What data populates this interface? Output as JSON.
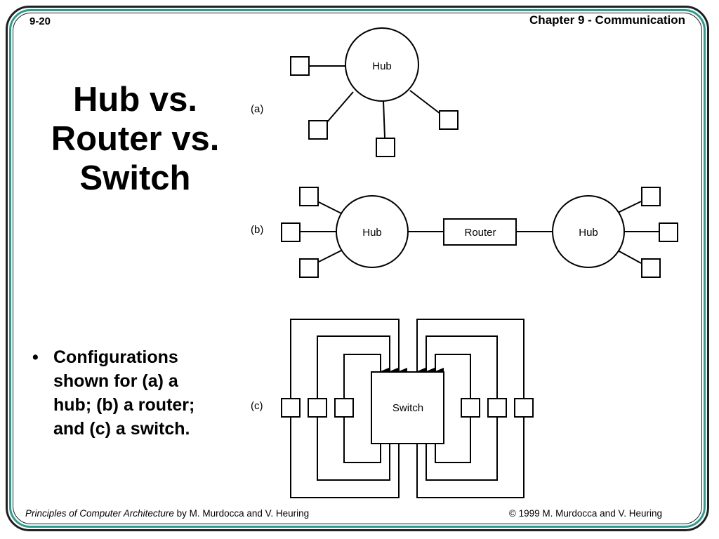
{
  "slide": {
    "number": "9-20",
    "chapter": "Chapter 9 - Communication",
    "title_lines": [
      "Hub vs.",
      "Router vs.",
      "Switch"
    ],
    "bullet": {
      "symbol": "•",
      "text_lines": [
        "Configurations",
        "shown for (a) a",
        "hub; (b) a router;",
        "and (c) a switch."
      ]
    },
    "footer": {
      "book_title": "Principles of Computer Architecture",
      "authors": " by M. Murdocca and V. Heuring",
      "copyright": "© 1999 M. Murdocca and V. Heuring"
    },
    "colors": {
      "accent_frame": "#2a9d8f",
      "ink": "#000000"
    }
  },
  "diagram": {
    "panel_a": {
      "label": "(a)",
      "hub_label": "Hub"
    },
    "panel_b": {
      "label": "(b)",
      "hub_left_label": "Hub",
      "router_label": "Router",
      "hub_right_label": "Hub"
    },
    "panel_c": {
      "label": "(c)",
      "switch_label": "Switch"
    }
  }
}
